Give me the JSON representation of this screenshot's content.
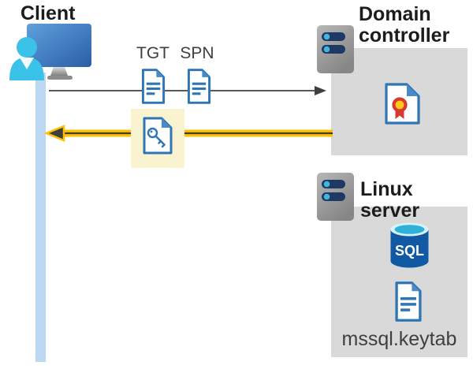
{
  "diagram": {
    "client": {
      "label": "Client"
    },
    "tickets": {
      "tgt_label": "TGT",
      "spn_label": "SPN"
    },
    "domain_controller": {
      "label": "Domain controller"
    },
    "linux_server": {
      "label": "Linux server",
      "sql_icon_label": "SQL",
      "keytab_file_label": "mssql.keytab"
    },
    "colors": {
      "arrow_request_gray": "#595959",
      "arrow_response_yellow": "#FFC000",
      "ticket_highlight_yellow": "#FAF3CF",
      "server_box_gray": "#D9D9D9",
      "client_lifeline_blue": "#BDD8F3",
      "document_blue": "#2E75B6",
      "document_fold_blue": "#4A8AC6",
      "person_cyan": "#3AC2E8",
      "server_slot_navy": "#203864",
      "server_dot_cyan": "#45B5E0",
      "sql_database_blue": "#1159A3",
      "certificate_red": "#D5392F",
      "certificate_yellow": "#FFC81E"
    }
  }
}
